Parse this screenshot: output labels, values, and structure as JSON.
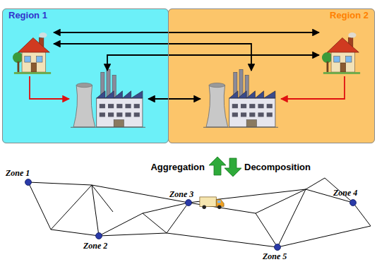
{
  "diagram": {
    "nodes": [
      {
        "text": [
          "Region 1"
        ]
      },
      {
        "text": [
          "Region 2"
        ]
      }
    ],
    "labels": [
      "Aggregation",
      "Decomposition",
      "Zone 1",
      "Zone 2",
      "Zone 3",
      "Zone 4",
      "Zone 5"
    ]
  }
}
